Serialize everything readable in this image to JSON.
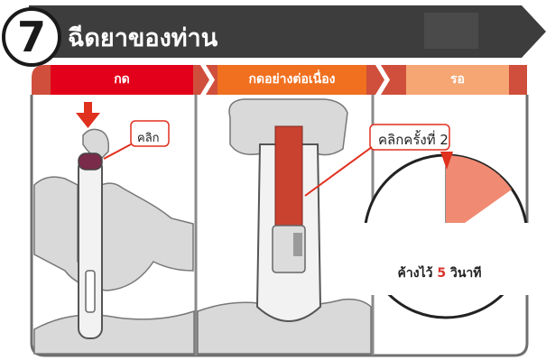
{
  "step": {
    "number": "7",
    "title": "ฉีดยาของท่าน"
  },
  "phases": {
    "press": "กด",
    "hold": "กดอย่างต่อเนื่อง",
    "wait": "รอ"
  },
  "callouts": {
    "click": "คลิก",
    "second_click": "คลิกครั้งที่ 2"
  },
  "hold_instruction": {
    "prefix": "ค้างไว้",
    "seconds": "5",
    "suffix": "วินาที"
  },
  "colors": {
    "header_bar": "#3d3d3d",
    "phase_band": "#cf4f3c",
    "phase_press": "#e3001b",
    "phase_hold": "#f07020",
    "phase_wait": "#f5a673",
    "callout_line": "#d9342b",
    "timer_fill": "#f08a72",
    "panel_border": "#6f6f6f",
    "skin": "#d9d9d9"
  }
}
